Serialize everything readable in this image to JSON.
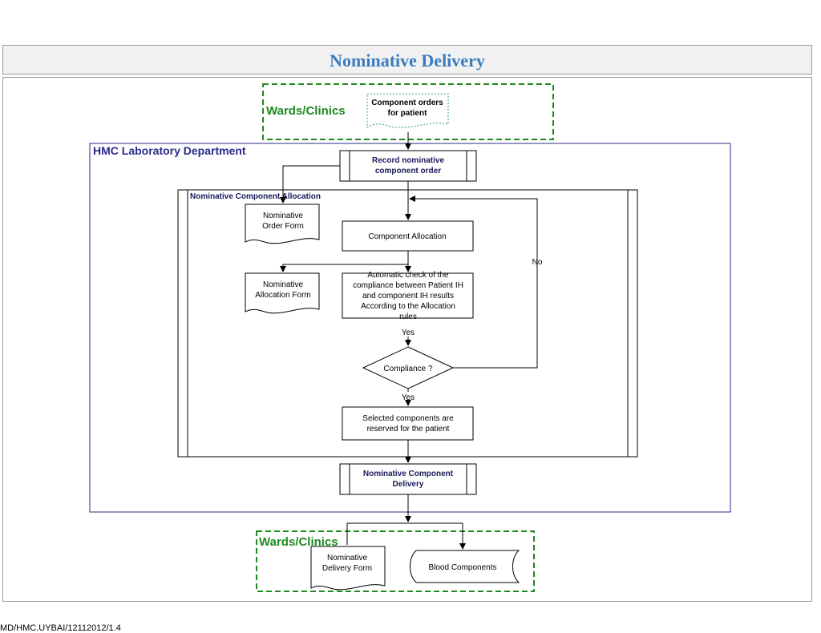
{
  "title": "Nominative Delivery",
  "footer_ref": "MD/HMC.UYBAI/12112012/1.4",
  "colors": {
    "title": "#3b7bbf",
    "ward_green": "#1e8a1e",
    "lab_navy": "#2a2a8a"
  },
  "diagram": {
    "top_swimlane_label": "Wards/Clinics",
    "bottom_swimlane_label": "Wards/Clinics",
    "lab_label": "HMC Laboratory  Department",
    "allocation_label": "Nominative Component Allocation",
    "component_orders": [
      "Component orders",
      "for patient"
    ],
    "record_order": [
      "Record nominative",
      "component order"
    ],
    "nominative_order_form": [
      "Nominative",
      "Order Form"
    ],
    "component_allocation": "Component Allocation",
    "nominative_allocation_form": [
      "Nominative",
      "Allocation Form"
    ],
    "automatic_check": [
      "Automatic check of the",
      "compliance between Patient IH",
      "and  component IH results",
      "According to the Allocation",
      "rules"
    ],
    "yes_1": "Yes",
    "compliance": "Compliance ?",
    "no": "No",
    "yes_2": "Yes",
    "selected_reserved": [
      "Selected components are",
      "reserved for the patient"
    ],
    "nominative_delivery": [
      "Nominative Component",
      "Delivery"
    ],
    "nominative_delivery_form": [
      "Nominative",
      "Delivery Form"
    ],
    "blood_components": "Blood Components"
  }
}
